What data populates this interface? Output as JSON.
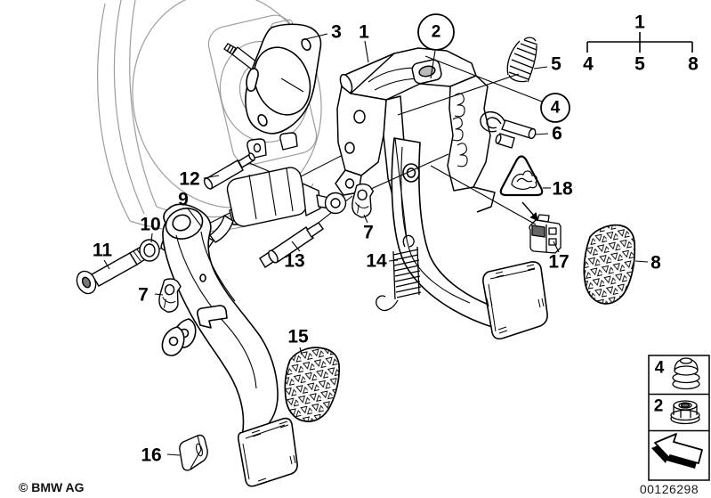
{
  "colors": {
    "background": "#ffffff",
    "line": "#000000",
    "ghost": "#9c9c9c"
  },
  "callouts": {
    "gasket": "3",
    "pedal_bracket": "1",
    "nut_top": "2",
    "spring_small": "5",
    "buffer": "4",
    "pin_hook": "6",
    "pin_upper": "12",
    "clutch_pedal": "9",
    "bushing": "10",
    "pivot_bolt": "11",
    "clip_left": "7",
    "pin_lower": "13",
    "clip_right": "7",
    "return_spring": "14",
    "warning_triangle": "18",
    "switch_connector": "17",
    "pad_brake": "8",
    "pad_clutch": "15",
    "stop_buffer": "16"
  },
  "legend_tree": {
    "root": "1",
    "leaves": [
      "4",
      "5",
      "8"
    ]
  },
  "legend_boxes": [
    {
      "label": "4",
      "icon": "rubber-buffer-icon"
    },
    {
      "label": "2",
      "icon": "flange-nut-icon"
    },
    {
      "label": "",
      "icon": "direction-arrow-icon"
    }
  ],
  "footer": {
    "copyright": "© BMW AG",
    "document_number": "00126298"
  }
}
